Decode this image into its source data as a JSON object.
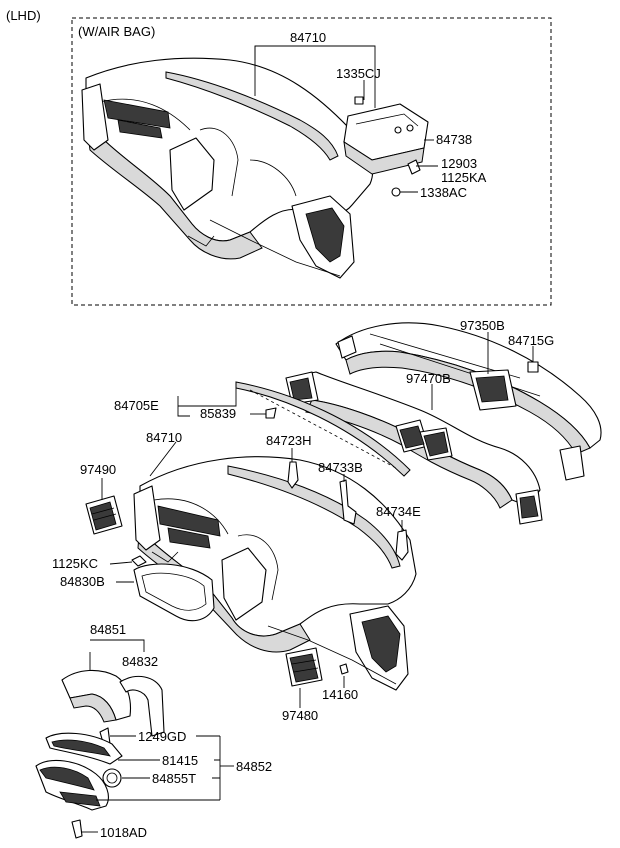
{
  "header": {
    "variant": "(LHD)",
    "box_title": "(W/AIR BAG)"
  },
  "labels": {
    "l84710_top": "84710",
    "l1335CJ": "1335CJ",
    "l84738": "84738",
    "l12903": "12903",
    "l1125KA": "1125KA",
    "l1338AC": "1338AC",
    "l97350B": "97350B",
    "l84715G": "84715G",
    "l97470B": "97470B",
    "l84705E": "84705E",
    "l85839": "85839",
    "l84710_mid": "84710",
    "l84723H": "84723H",
    "l84733B": "84733B",
    "l97490": "97490",
    "l84734E": "84734E",
    "l1125KC": "1125KC",
    "l84830B": "84830B",
    "l84851": "84851",
    "l84832": "84832",
    "l14160": "14160",
    "l97480": "97480",
    "l1249GD": "1249GD",
    "l81415": "81415",
    "l84852": "84852",
    "l84855T": "84855T",
    "l1018AD": "1018AD"
  }
}
